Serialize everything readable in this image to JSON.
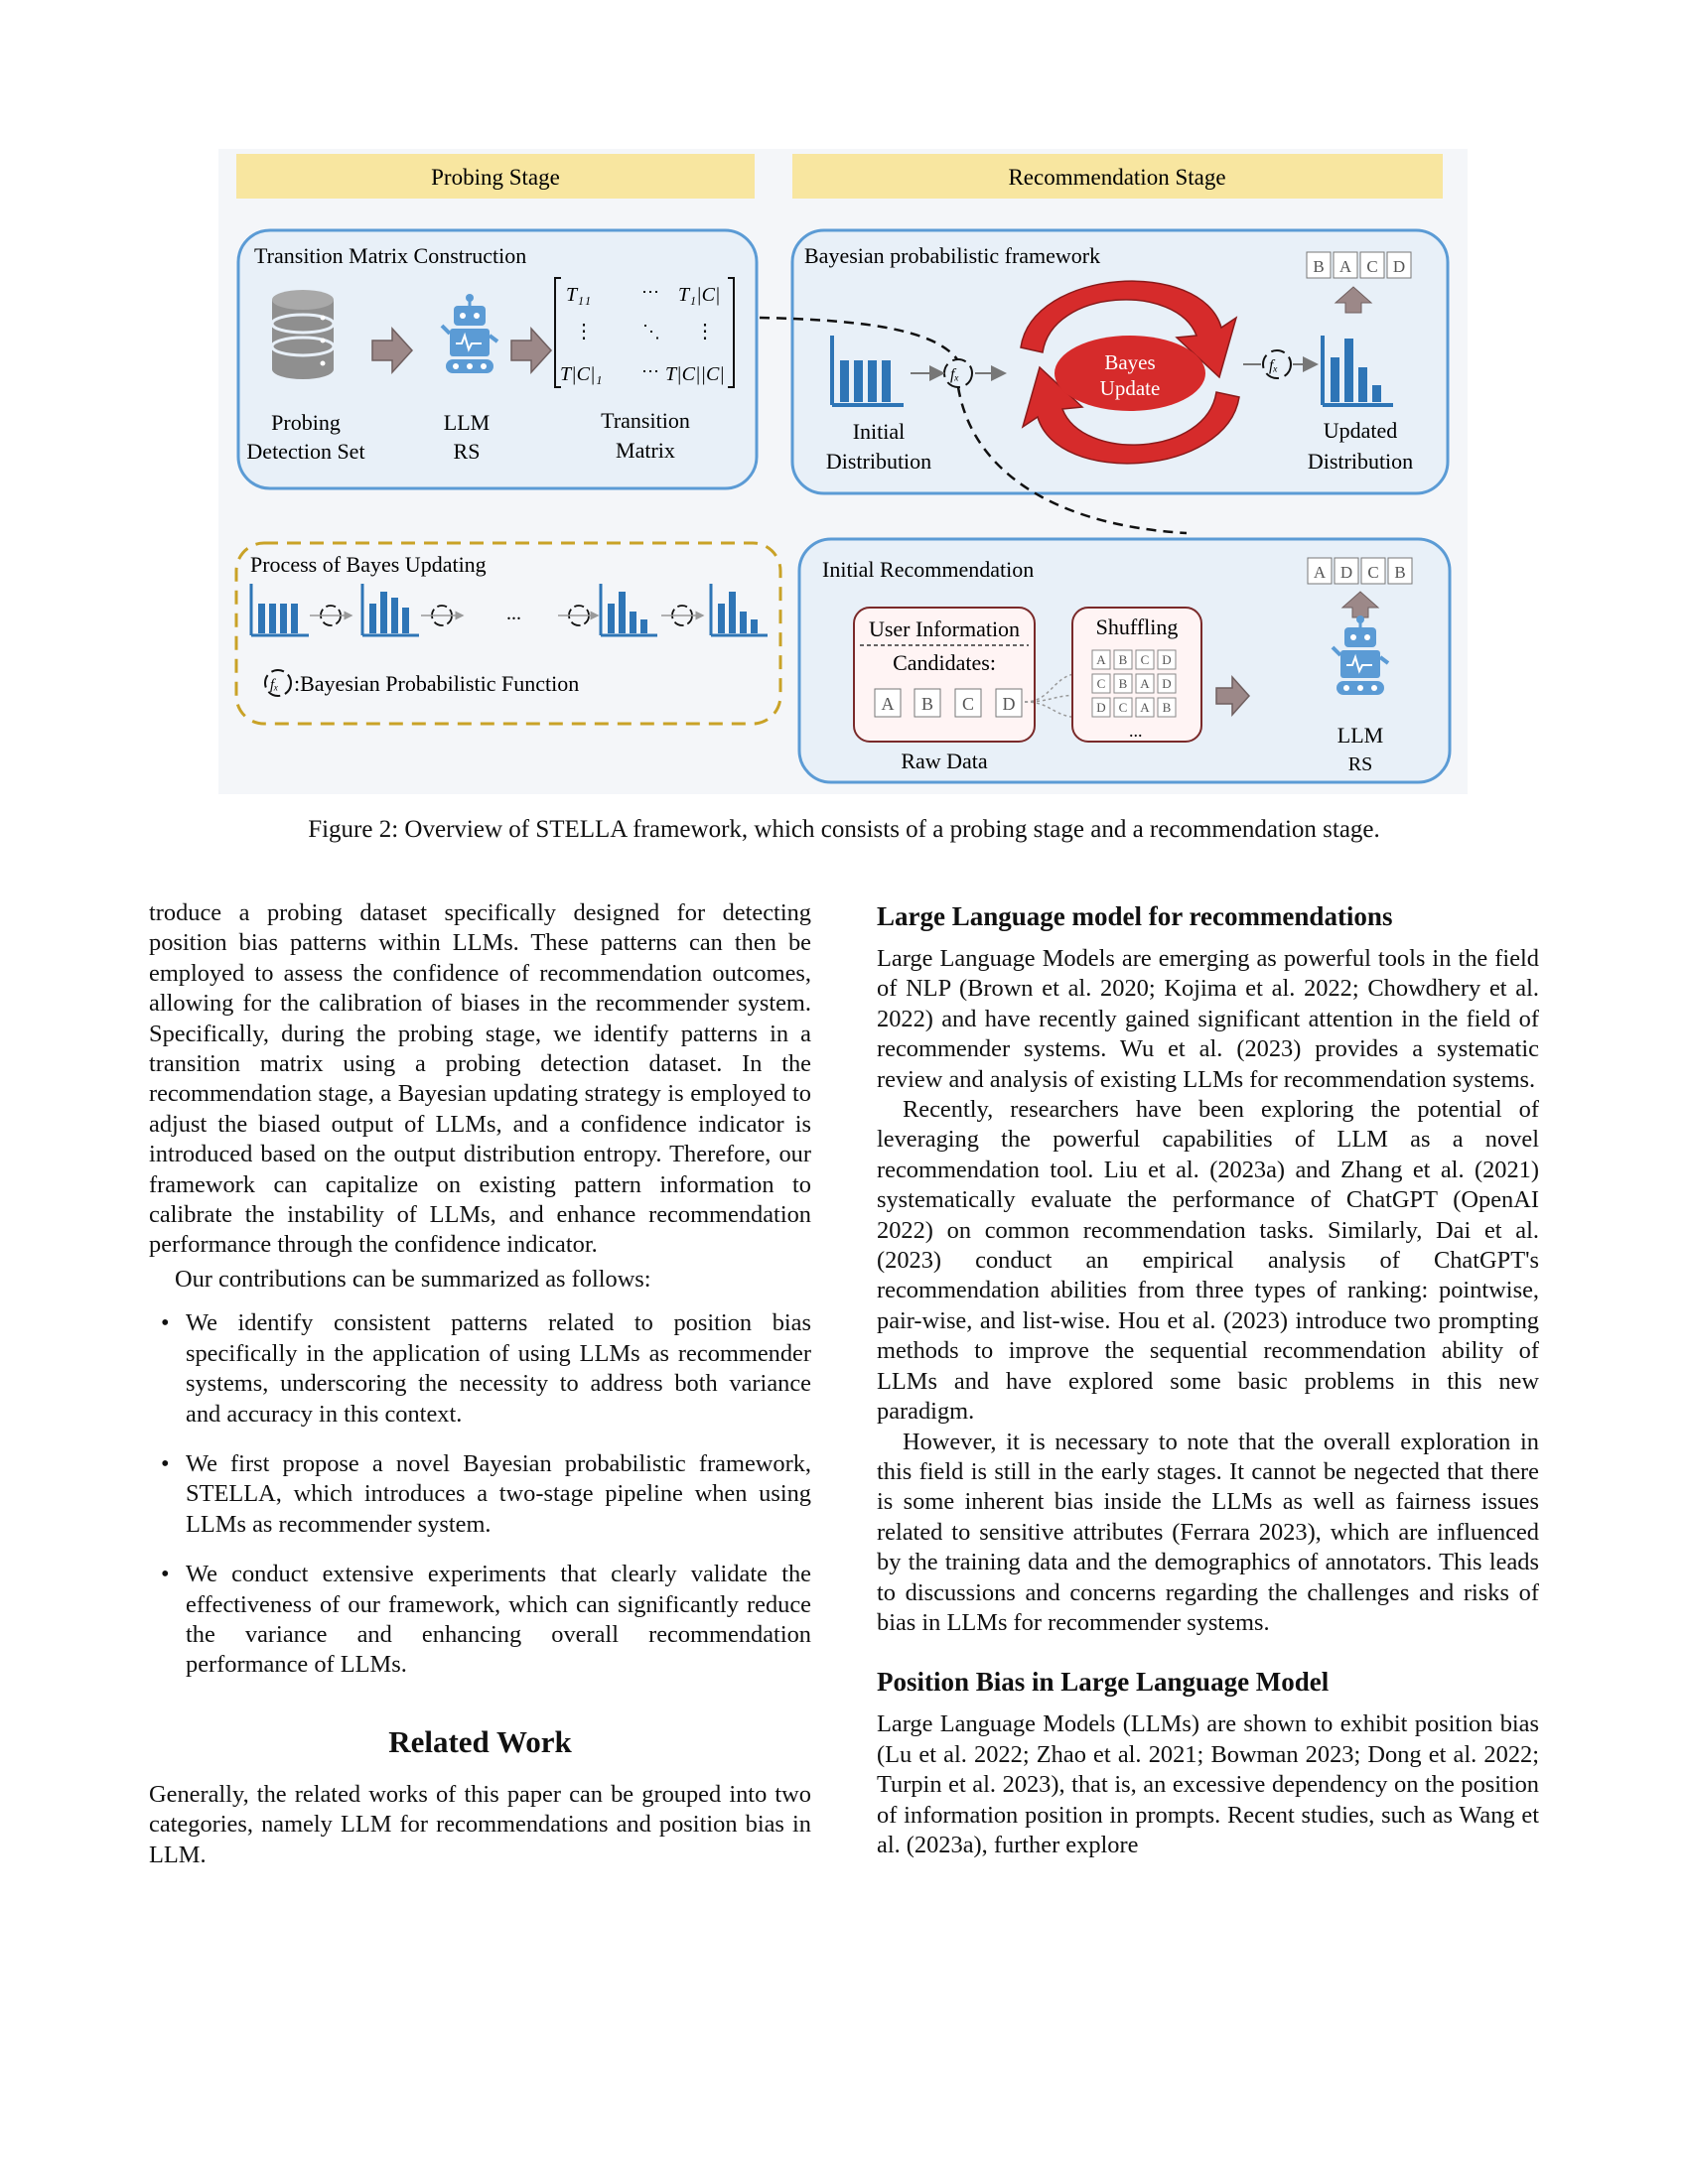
{
  "figure": {
    "probing_stage_label": "Probing Stage",
    "recommendation_stage_label": "Recommendation Stage",
    "transition_box_title": "Transition Matrix Construction",
    "probing_set_label_1": "Probing",
    "probing_set_label_2": "Detection Set",
    "llm_label_1": "LLM",
    "llm_label_2": "RS",
    "transition_label_1": "Transition",
    "transition_label_2": "Matrix",
    "bayes_box_title": "Bayesian probabilistic framework",
    "initial_dist_1": "Initial",
    "initial_dist_2": "Distribution",
    "bayes_update_1": "Bayes",
    "bayes_update_2": "Update",
    "updated_dist_1": "Updated",
    "updated_dist_2": "Distribution",
    "updated_order": [
      "B",
      "A",
      "C",
      "D"
    ],
    "process_box_title": "Process of Bayes Updating",
    "ellipsis": "...",
    "legend_text": ":Bayesian Probabilistic Function",
    "init_rec_title": "Initial Recommendation",
    "init_rec_order": [
      "A",
      "D",
      "C",
      "B"
    ],
    "user_info": "User Information",
    "candidates": "Candidates:",
    "candidate_items": [
      "A",
      "B",
      "C",
      "D"
    ],
    "raw_data": "Raw Data",
    "shuffling": "Shuffling",
    "shuffle_rows": [
      [
        "A",
        "B",
        "C",
        "D"
      ],
      [
        "C",
        "B",
        "A",
        "D"
      ],
      [
        "D",
        "C",
        "A",
        "B"
      ]
    ],
    "shuffle_more": "...",
    "llm_rs_1": "LLM",
    "llm_rs_2": "RS",
    "matrix": {
      "t11": "T₁₁",
      "t1c": "T₁|C|",
      "tc1": "T|C|₁",
      "tcc": "T|C||C|",
      "hdots": "⋯",
      "vdots": "⋮",
      "ddots": "⋱"
    },
    "fx": "fₓ",
    "colors": {
      "stage_bar": "#f8e6a0",
      "panel_fill": "#e8f0f8",
      "panel_stroke": "#5b9bd5",
      "bars": "#2e75b6",
      "bayes_red": "#d62b2b",
      "dashed_gold": "#c9a227",
      "robot": "#5b9bd5",
      "arrow_gray": "#8c7b7b"
    }
  },
  "caption": "Figure 2: Overview of STELLA framework, which consists of a probing stage and a recommendation stage.",
  "left_column": {
    "intro_paragraph": "troduce a probing dataset specifically designed for detecting position bias patterns within LLMs. These patterns can then be employed to assess the confidence of recommendation outcomes, allowing for the calibration of biases in the recommender system. Specifically, during the probing stage, we identify patterns in a transition matrix using a probing detection dataset. In the recommendation stage, a Bayesian updating strategy is employed to adjust the biased output of LLMs, and a confidence indicator is introduced based on the output distribution entropy. Therefore, our framework can capitalize on existing pattern information to calibrate the instability of LLMs, and enhance recommendation performance through the confidence indicator.",
    "contrib_intro": "Our contributions can be summarized as follows:",
    "bullet_char": "•",
    "bullets": [
      "We identify consistent patterns related to position bias specifically in the application of using LLMs as recommender systems, underscoring the necessity to address both variance and accuracy in this context.",
      "We first propose a novel Bayesian probabilistic framework, STELLA, which introduces a two-stage pipeline when using LLMs as recommender system.",
      "We conduct extensive experiments that clearly validate the effectiveness of our framework, which can significantly reduce the variance and enhancing overall recommendation performance of LLMs."
    ],
    "related_work_heading": "Related Work",
    "related_work_paragraph": "Generally, the related works of this paper can be grouped into two categories, namely LLM for recommendations and position bias in LLM."
  },
  "right_column": {
    "heading_1": "Large Language model for recommendations",
    "para_1": "Large Language Models are emerging as powerful tools in the field of NLP (Brown et al. 2020; Kojima et al. 2022; Chowdhery et al. 2022) and have recently gained significant attention in the field of recommender systems. Wu et al. (2023) provides a systematic review and analysis of existing LLMs for recommendation systems.",
    "para_2": "Recently, researchers have been exploring the potential of leveraging the powerful capabilities of LLM as a novel recommendation tool. Liu et al. (2023a) and Zhang et al. (2021) systematically evaluate the performance of ChatGPT (OpenAI 2022) on common recommendation tasks. Similarly, Dai et al. (2023) conduct an empirical analysis of ChatGPT's recommendation abilities from three types of ranking: pointwise, pair-wise, and list-wise. Hou et al. (2023) introduce two prompting methods to improve the sequential recommendation ability of LLMs and have explored some basic problems in this new paradigm.",
    "para_3": "However, it is necessary to note that the overall exploration in this field is still in the early stages. It cannot be negected that there is some inherent bias inside the LLMs as well as fairness issues related to sensitive attributes (Ferrara 2023), which are influenced by the training data and the demographics of annotators. This leads to discussions and concerns regarding the challenges and risks of bias in LLMs for recommender systems.",
    "heading_2": "Position Bias in Large Language Model",
    "para_4": "Large Language Models (LLMs) are shown to exhibit position bias (Lu et al. 2022; Zhao et al. 2021; Bowman 2023; Dong et al. 2022; Turpin et al. 2023), that is, an excessive dependency on the position of information position in prompts. Recent studies, such as Wang et al. (2023a), further explore"
  }
}
